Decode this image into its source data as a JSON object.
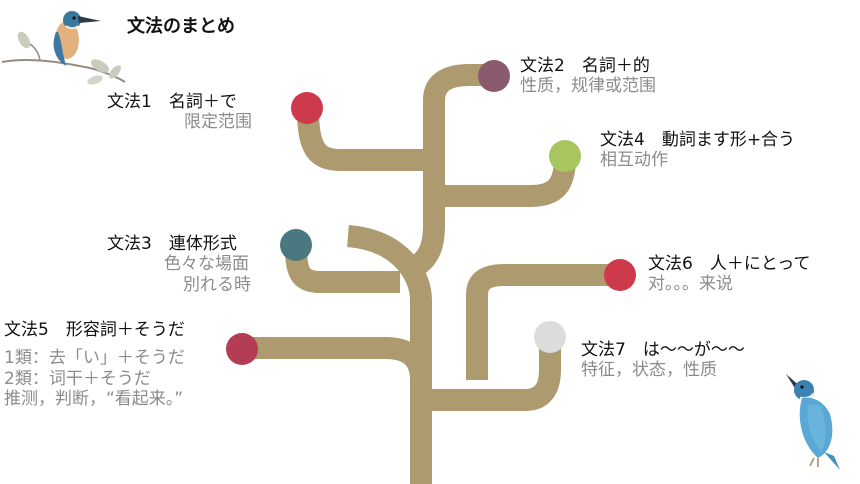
{
  "heading": "文法のまとめ",
  "colors": {
    "trunk": "#ad9a6f",
    "background": "#ffffff",
    "title_text": "#111111",
    "detail_text": "#8c8c8c"
  },
  "grammar_points": [
    {
      "id": "g1",
      "title": "文法1　名詞＋で",
      "detail": [
        "限定范围"
      ],
      "color": "#cd3a4b"
    },
    {
      "id": "g2",
      "title": "文法2　名詞＋的",
      "detail": [
        "性质，规律或范围"
      ],
      "color": "#8a5a6e"
    },
    {
      "id": "g3",
      "title": "文法3　連体形式",
      "detail": [
        "色々な場面",
        "別れる時"
      ],
      "color": "#4a7780"
    },
    {
      "id": "g4",
      "title": "文法4　動詞ます形+合う",
      "detail": [
        "相互动作"
      ],
      "color": "#a8c65f"
    },
    {
      "id": "g5",
      "title": "文法5　形容詞＋そうだ",
      "detail": [
        "1類：去「い」＋そうだ",
        "2類：词干＋そうだ",
        "推测，判断，“看起来。”"
      ],
      "color": "#b23d55"
    },
    {
      "id": "g6",
      "title": "文法6　人＋にとって",
      "detail": [
        "对。。。来说"
      ],
      "color": "#cd3a4b"
    },
    {
      "id": "g7",
      "title": "文法7　は～～が～～",
      "detail": [
        "特征，状态，性质"
      ],
      "color": "#dcdcdc"
    }
  ],
  "decorations": [
    "kingfisher-on-branch-icon",
    "kingfisher-icon"
  ]
}
